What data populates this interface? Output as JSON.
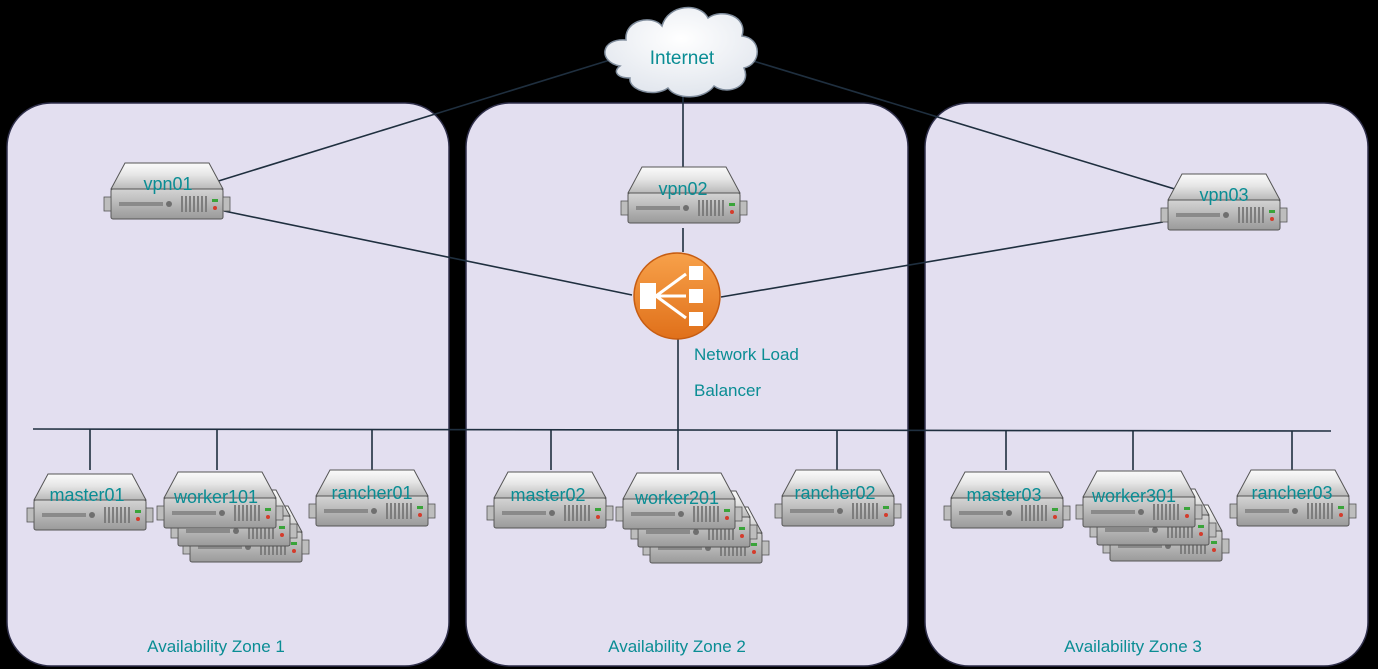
{
  "internet": {
    "label": "Internet"
  },
  "load_balancer": {
    "label_line1": "Network Load",
    "label_line2": "Balancer"
  },
  "zones": [
    {
      "label": "Availability Zone 1",
      "vpn": "vpn01",
      "master": "master01",
      "worker": "worker101",
      "rancher": "rancher01"
    },
    {
      "label": "Availability Zone 2",
      "vpn": "vpn02",
      "master": "master02",
      "worker": "worker201",
      "rancher": "rancher02"
    },
    {
      "label": "Availability Zone 3",
      "vpn": "vpn03",
      "master": "master03",
      "worker": "worker301",
      "rancher": "rancher03"
    }
  ],
  "colors": {
    "zone_fill": "#e3dff0",
    "label_teal": "#0a8d94",
    "load_balancer_orange": "#f08a24",
    "link_line": "#1f2f3f"
  },
  "icons": {
    "internet": "cloud-icon",
    "server": "server-icon",
    "server_stack": "server-stack-icon",
    "load_balancer": "load-balancer-icon"
  }
}
